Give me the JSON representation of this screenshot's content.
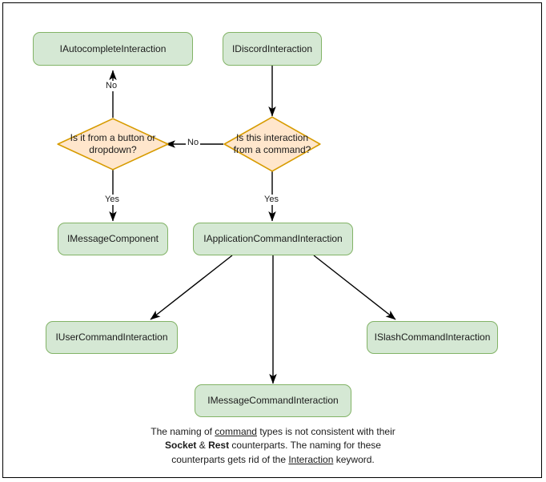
{
  "diagram": {
    "title": "Discord interaction type hierarchy flowchart",
    "colors": {
      "node_fill": "#d5e8d4",
      "node_border": "#82b366",
      "decision_fill": "#ffe6cc",
      "decision_border": "#d79b00",
      "edge": "#000000",
      "frame_border": "#000000",
      "background": "#ffffff"
    },
    "nodes": [
      {
        "id": "autocomplete",
        "type": "box",
        "label": "IAutocompleteInteraction"
      },
      {
        "id": "discord",
        "type": "box",
        "label": "IDiscordInteraction"
      },
      {
        "id": "decision_button",
        "type": "decision",
        "label": "Is it from a button or dropdown?"
      },
      {
        "id": "decision_command",
        "type": "decision",
        "label": "Is this interaction from a command?"
      },
      {
        "id": "messagecomponent",
        "type": "box",
        "label": "IMessageComponent"
      },
      {
        "id": "appcommand",
        "type": "box",
        "label": "IApplicationCommandInteraction"
      },
      {
        "id": "usercommand",
        "type": "box",
        "label": "IUserCommandInteraction"
      },
      {
        "id": "slashcommand",
        "type": "box",
        "label": "ISlashCommandInteraction"
      },
      {
        "id": "messagecommand",
        "type": "box",
        "label": "IMessageCommandInteraction"
      }
    ],
    "edge_labels": {
      "no_up": "No",
      "no_left": "No",
      "yes_left": "Yes",
      "yes_right": "Yes"
    },
    "caption": {
      "line1_a": "The naming of ",
      "line1_underline": "command",
      "line1_b": " types is not consistent with their",
      "line2_bold1": "Socket",
      "line2_amp": " & ",
      "line2_bold2": "Rest",
      "line2_rest": " counterparts. The naming for these",
      "line3_a": "counterparts gets rid of the ",
      "line3_underline": "Interaction",
      "line3_b": " keyword."
    }
  }
}
